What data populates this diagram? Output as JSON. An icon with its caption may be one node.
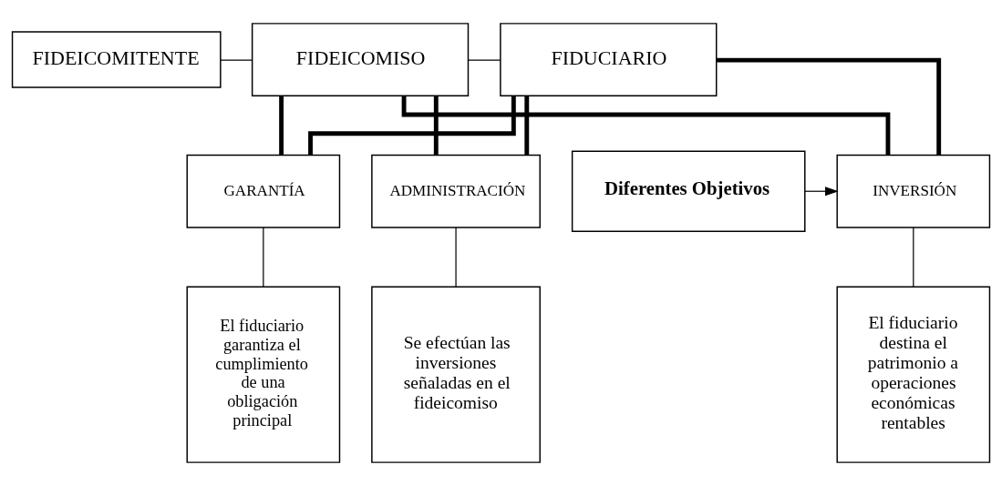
{
  "diagram": {
    "nodes": [
      {
        "text": [
          "FIDEICOMITENTE"
        ]
      },
      {
        "text": [
          "FIDEICOMISO"
        ]
      },
      {
        "text": [
          "FIDUCIARIO"
        ]
      },
      {
        "text": [
          "Diferentes Objetivos"
        ]
      },
      {
        "text": [
          "INVERSIÓN"
        ]
      },
      {
        "text": [
          "GARANTÍA"
        ]
      },
      {
        "text": [
          "ADMINISTRACIÓN"
        ]
      },
      {
        "text": [
          "El fiduciario destina el patrimonio a operaciones económicas rentables"
        ]
      },
      {
        "text": [
          "El fiduciario garantiza el cumplimiento de una obligación principal"
        ]
      },
      {
        "text": [
          "Se efectúan las inversiones señaladas en el fideicomiso"
        ]
      }
    ],
    "edges": [
      {
        "from": 0,
        "to": 1,
        "arrow": "none"
      },
      {
        "from": 1,
        "to": 2,
        "arrow": "none"
      },
      {
        "from": 1,
        "to": 4,
        "arrow": "none",
        "style": "thick"
      },
      {
        "from": 1,
        "to": 5,
        "arrow": "none",
        "style": "thick"
      },
      {
        "from": 1,
        "to": 6,
        "arrow": "none",
        "style": "thick"
      },
      {
        "from": 2,
        "to": 4,
        "arrow": "none",
        "style": "thick"
      },
      {
        "from": 2,
        "to": 5,
        "arrow": "none",
        "style": "thick"
      },
      {
        "from": 2,
        "to": 6,
        "arrow": "none",
        "style": "thick"
      },
      {
        "from": 3,
        "to": 4,
        "arrow": "to"
      },
      {
        "from": 4,
        "to": 7,
        "arrow": "none"
      },
      {
        "from": 5,
        "to": 8,
        "arrow": "none"
      },
      {
        "from": 6,
        "to": 9,
        "arrow": "none"
      }
    ]
  }
}
